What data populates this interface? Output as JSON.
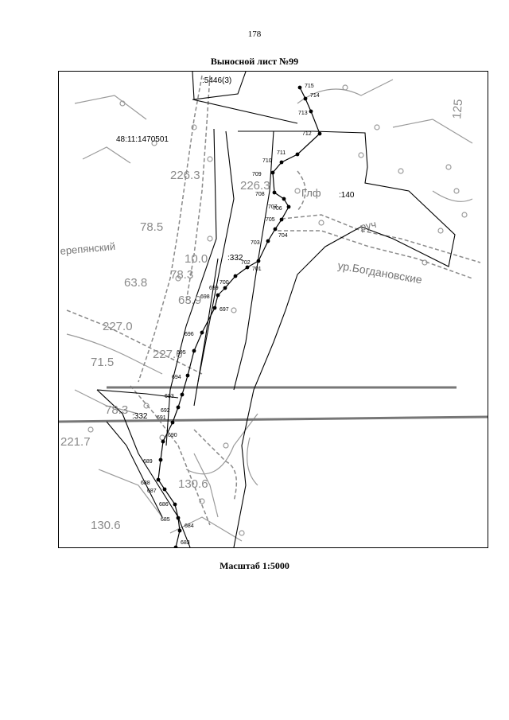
{
  "page": {
    "number": "178",
    "title": "Выносной лист №99",
    "scale": "Масштаб 1:5000"
  },
  "map": {
    "parcel_labels": [
      ":5446(3)",
      "48:11:1470501",
      ":332",
      ":140",
      ":332"
    ],
    "place_names": [
      "ерепянский",
      "ур.Богдановские",
      "руч",
      "Глф"
    ],
    "elevations": [
      "226.3",
      "226.3",
      "78.5",
      "10.0",
      "63.8",
      "78.3",
      "63.9",
      "227.0",
      "227.0",
      "71.5",
      "221.7",
      "130.6",
      "130.6",
      "78.3",
      "125"
    ],
    "points": [
      "683",
      "684",
      "685",
      "686",
      "687",
      "688",
      "689",
      "690",
      "691",
      "692",
      "693",
      "694",
      "695",
      "696",
      "697",
      "698",
      "699",
      "700",
      "701",
      "702",
      "703",
      "704",
      "705",
      "706",
      "707",
      "708",
      "709",
      "710",
      "711",
      "712",
      "713",
      "714",
      "715"
    ]
  }
}
